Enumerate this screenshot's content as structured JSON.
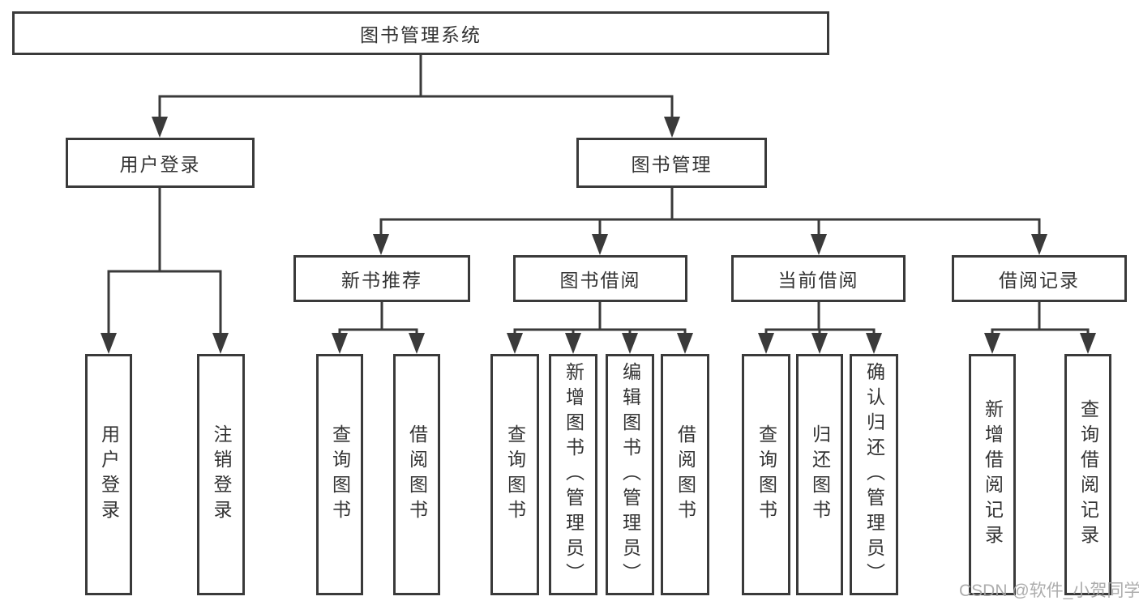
{
  "tree": {
    "label": "图书管理系统",
    "children": [
      {
        "label": "用户登录",
        "children": [
          {
            "label": "用户登录"
          },
          {
            "label": "注销登录"
          }
        ]
      },
      {
        "label": "图书管理",
        "children": [
          {
            "label": "新书推荐",
            "children": [
              {
                "label": "查询图书"
              },
              {
                "label": "借阅图书"
              }
            ]
          },
          {
            "label": "图书借阅",
            "children": [
              {
                "label": "查询图书"
              },
              {
                "label": "新增图书（管理员）"
              },
              {
                "label": "编辑图书（管理员）"
              },
              {
                "label": "借阅图书"
              }
            ]
          },
          {
            "label": "当前借阅",
            "children": [
              {
                "label": "查询图书"
              },
              {
                "label": "归还图书"
              },
              {
                "label": "确认归还（管理员）"
              }
            ]
          },
          {
            "label": "借阅记录",
            "children": [
              {
                "label": "新增借阅记录"
              },
              {
                "label": "查询借阅记录"
              }
            ]
          }
        ]
      }
    ]
  },
  "watermark": {
    "text": "CSDN @软件_小贺同学"
  },
  "colors": {
    "line": "#3a3a3a",
    "text": "#333333",
    "watermark": "#a6a6a6",
    "background": "#ffffff"
  }
}
